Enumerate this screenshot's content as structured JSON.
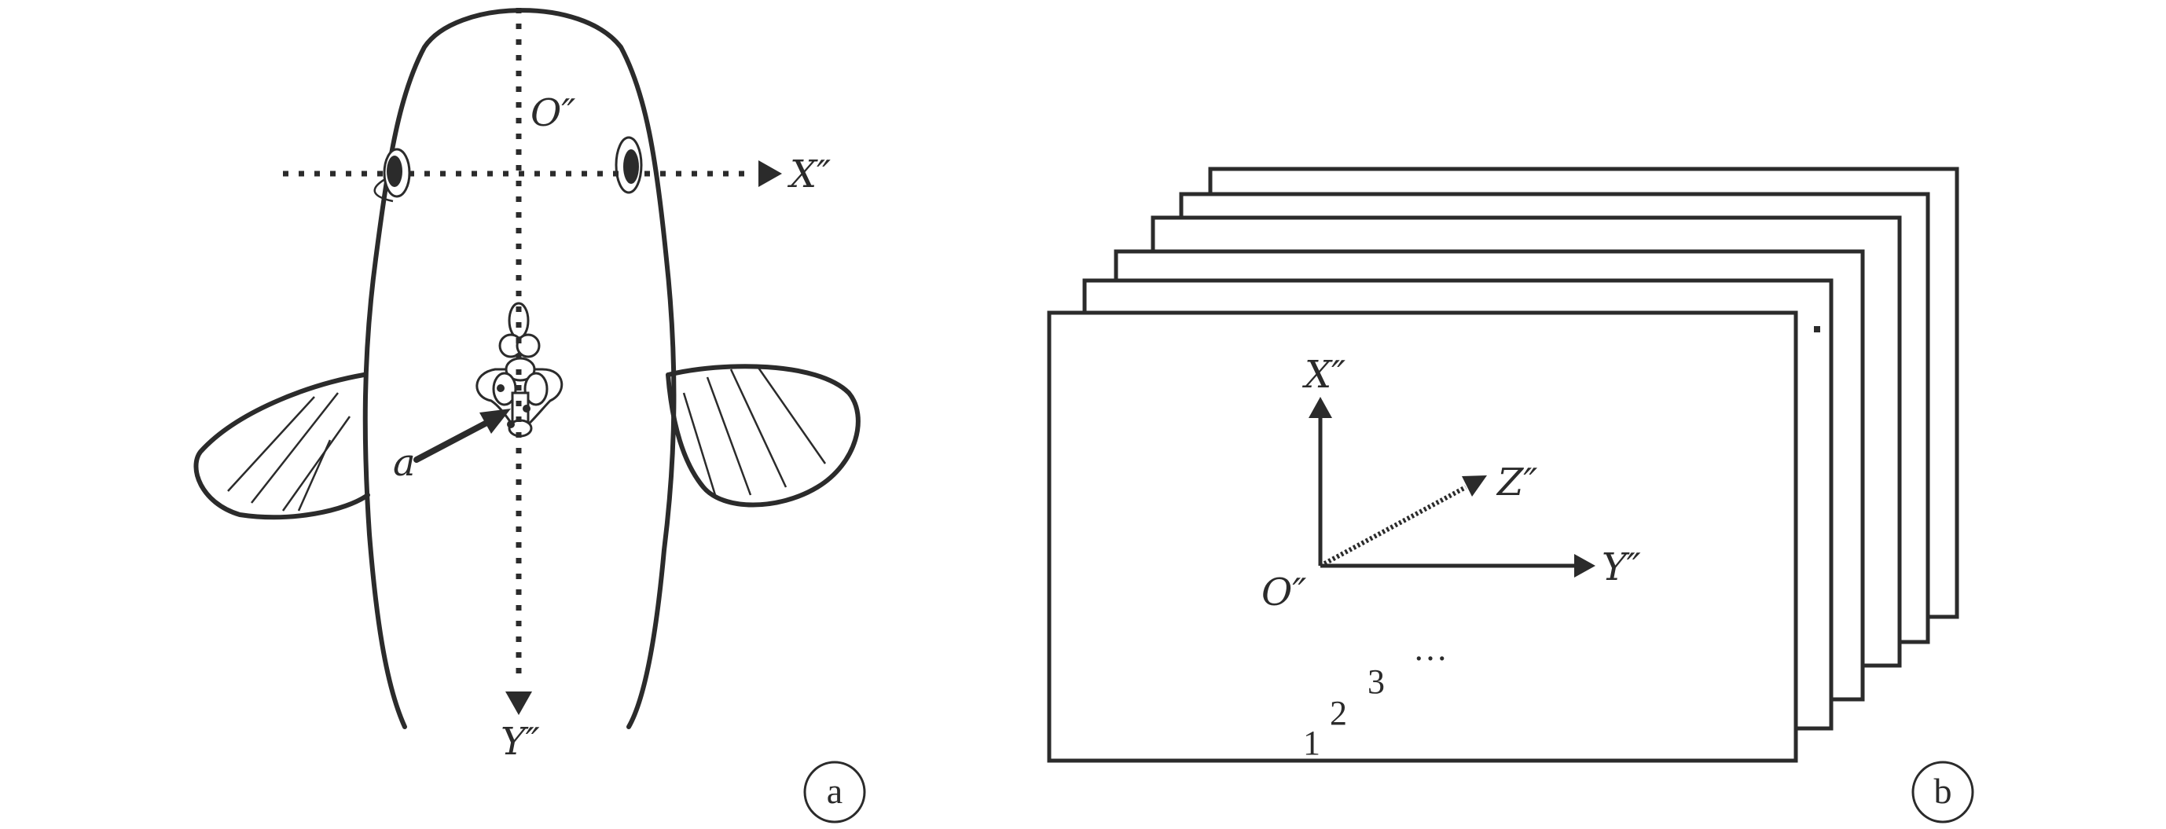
{
  "panel_a": {
    "badge": "a",
    "origin_label": "O″",
    "x_axis_label": "X″",
    "y_axis_label": "Y″",
    "marker_label": "a"
  },
  "panel_b": {
    "badge": "b",
    "origin_label": "O″",
    "x_axis_label": "X″",
    "y_axis_label": "Y″",
    "z_axis_label": "Z″",
    "frame_numbers": [
      "1",
      "2",
      "3"
    ],
    "ellipsis": "…"
  }
}
